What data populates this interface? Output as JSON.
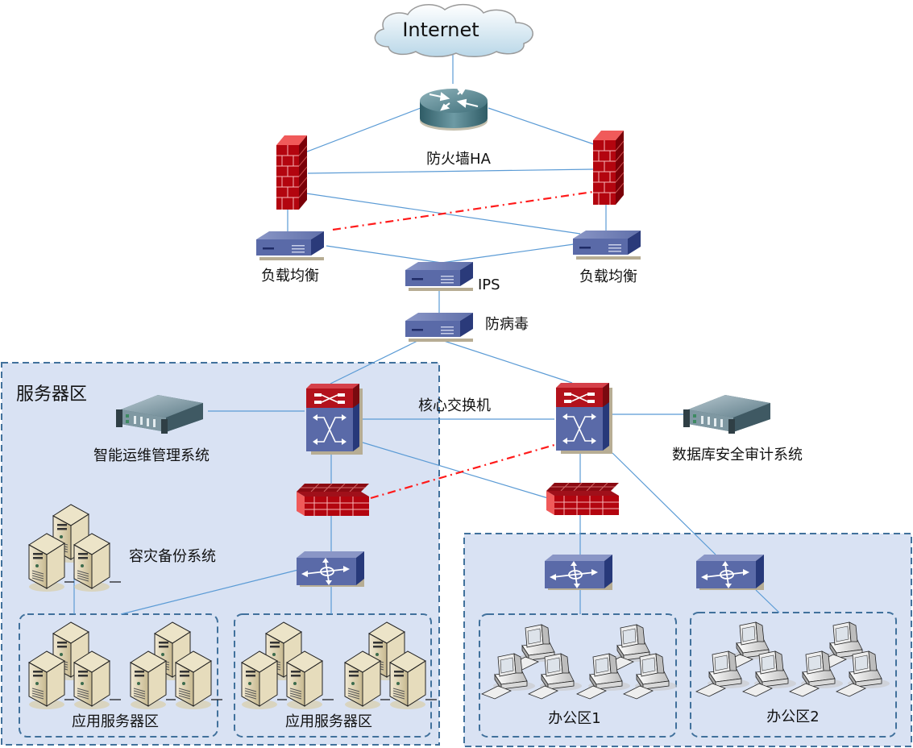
{
  "title": "网络拓扑图",
  "colors": {
    "zone_fill": "#d9e2f3",
    "zone_border": "#41719c",
    "link": "#5b9bd5",
    "ha_link": "#ff1a1a",
    "firewall_red": "#b3050f",
    "device_blue": "#5a6aa8"
  },
  "nodes": {
    "internet": "Internet",
    "router": "",
    "firewall_ha_label": "防火墙HA",
    "load_balancer_left": "负载均衡",
    "load_balancer_right": "负载均衡",
    "ips": "IPS",
    "antivirus": "防病毒",
    "core_switch_label": "核心交换机",
    "ops_mgmt": "智能运维管理系统",
    "db_audit": "数据库安全审计系统",
    "dr_backup": "容灾备份系统"
  },
  "zones": {
    "server_zone": "服务器区",
    "app_server_zone_1": "应用服务器区",
    "app_server_zone_2": "应用服务器区",
    "office_1": "办公区1",
    "office_2": "办公区2"
  },
  "links": [
    {
      "from": "internet",
      "to": "router",
      "style": "solid"
    },
    {
      "from": "router",
      "to": "firewall-left",
      "style": "solid"
    },
    {
      "from": "router",
      "to": "firewall-right",
      "style": "solid"
    },
    {
      "from": "firewall-left",
      "to": "firewall-right",
      "style": "solid"
    },
    {
      "from": "firewall-left",
      "to": "load-balancer-right",
      "style": "solid"
    },
    {
      "from": "load-balancer-left",
      "to": "firewall-right",
      "style": "ha-dashdot"
    },
    {
      "from": "firewall-left",
      "to": "load-balancer-left",
      "style": "solid"
    },
    {
      "from": "firewall-right",
      "to": "load-balancer-right",
      "style": "solid"
    },
    {
      "from": "load-balancer-left",
      "to": "ips",
      "style": "solid"
    },
    {
      "from": "load-balancer-right",
      "to": "ips",
      "style": "solid"
    },
    {
      "from": "ips",
      "to": "antivirus",
      "style": "solid"
    },
    {
      "from": "antivirus",
      "to": "core-switch-left",
      "style": "solid"
    },
    {
      "from": "antivirus",
      "to": "core-switch-right",
      "style": "solid"
    },
    {
      "from": "core-switch-left",
      "to": "core-switch-right",
      "style": "solid"
    },
    {
      "from": "ops-mgmt",
      "to": "core-switch-left",
      "style": "solid"
    },
    {
      "from": "core-switch-right",
      "to": "db-audit",
      "style": "solid"
    },
    {
      "from": "core-switch-left",
      "to": "firewall-server",
      "style": "solid"
    },
    {
      "from": "core-switch-left",
      "to": "firewall-office",
      "style": "solid"
    },
    {
      "from": "core-switch-right",
      "to": "firewall-office",
      "style": "solid"
    },
    {
      "from": "firewall-server",
      "to": "core-switch-right",
      "style": "ha-dashdot"
    },
    {
      "from": "firewall-server",
      "to": "switch-server",
      "style": "solid"
    },
    {
      "from": "switch-server",
      "to": "app-server-zone-1",
      "style": "solid"
    },
    {
      "from": "switch-server",
      "to": "app-server-zone-2",
      "style": "solid"
    },
    {
      "from": "dr-backup",
      "to": "app-server-zone-1",
      "style": "solid"
    },
    {
      "from": "firewall-office",
      "to": "switch-office-1",
      "style": "solid"
    },
    {
      "from": "core-switch-right",
      "to": "switch-office-2",
      "style": "solid"
    },
    {
      "from": "switch-office-1",
      "to": "office-1",
      "style": "solid"
    },
    {
      "from": "switch-office-2",
      "to": "office-2",
      "style": "solid"
    }
  ]
}
